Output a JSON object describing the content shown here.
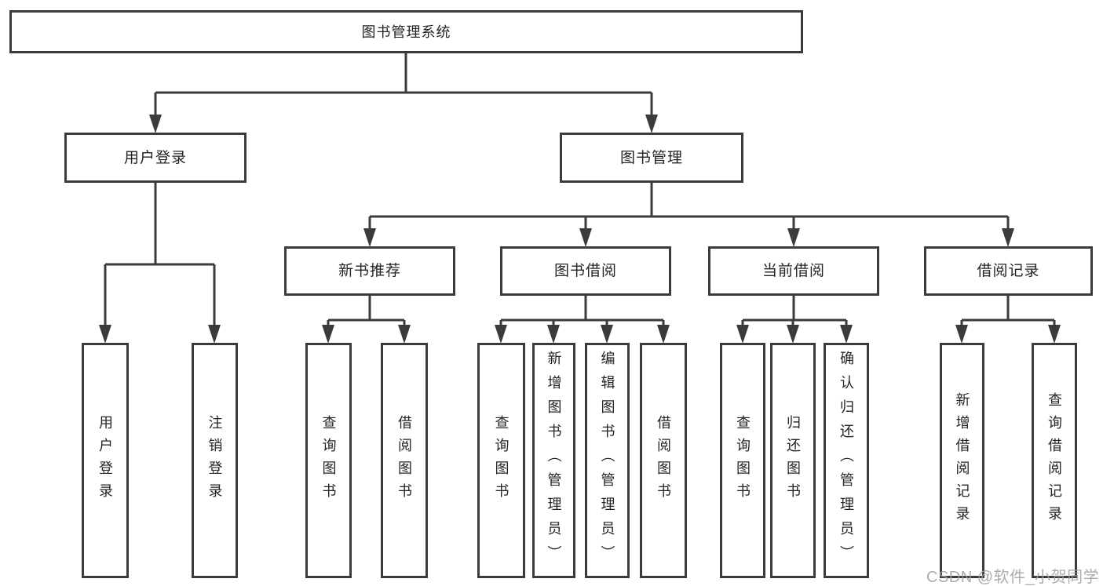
{
  "tree": {
    "root": {
      "label": "图书管理系统"
    },
    "children": [
      {
        "label": "用户登录",
        "children": [
          {
            "label": "用户登录"
          },
          {
            "label": "注销登录"
          }
        ]
      },
      {
        "label": "图书管理",
        "children": [
          {
            "label": "新书推荐",
            "children": [
              {
                "label": "查询图书"
              },
              {
                "label": "借阅图书"
              }
            ]
          },
          {
            "label": "图书借阅",
            "children": [
              {
                "label": "查询图书"
              },
              {
                "label": "新增图书（管理员）"
              },
              {
                "label": "编辑图书（管理员）"
              },
              {
                "label": "借阅图书"
              }
            ]
          },
          {
            "label": "当前借阅",
            "children": [
              {
                "label": "查询图书"
              },
              {
                "label": "归还图书"
              },
              {
                "label": "确认归还（管理员）"
              }
            ]
          },
          {
            "label": "借阅记录",
            "children": [
              {
                "label": "新增借阅记录"
              },
              {
                "label": "查询借阅记录"
              }
            ]
          }
        ]
      }
    ]
  },
  "watermark": "CSDN @软件_小贺同学",
  "colors": {
    "box_border": "#3b3b3b",
    "connector": "#3b3b3b",
    "text": "#242424",
    "watermark_text": "#9e9e9e",
    "background": "#ffffff"
  }
}
